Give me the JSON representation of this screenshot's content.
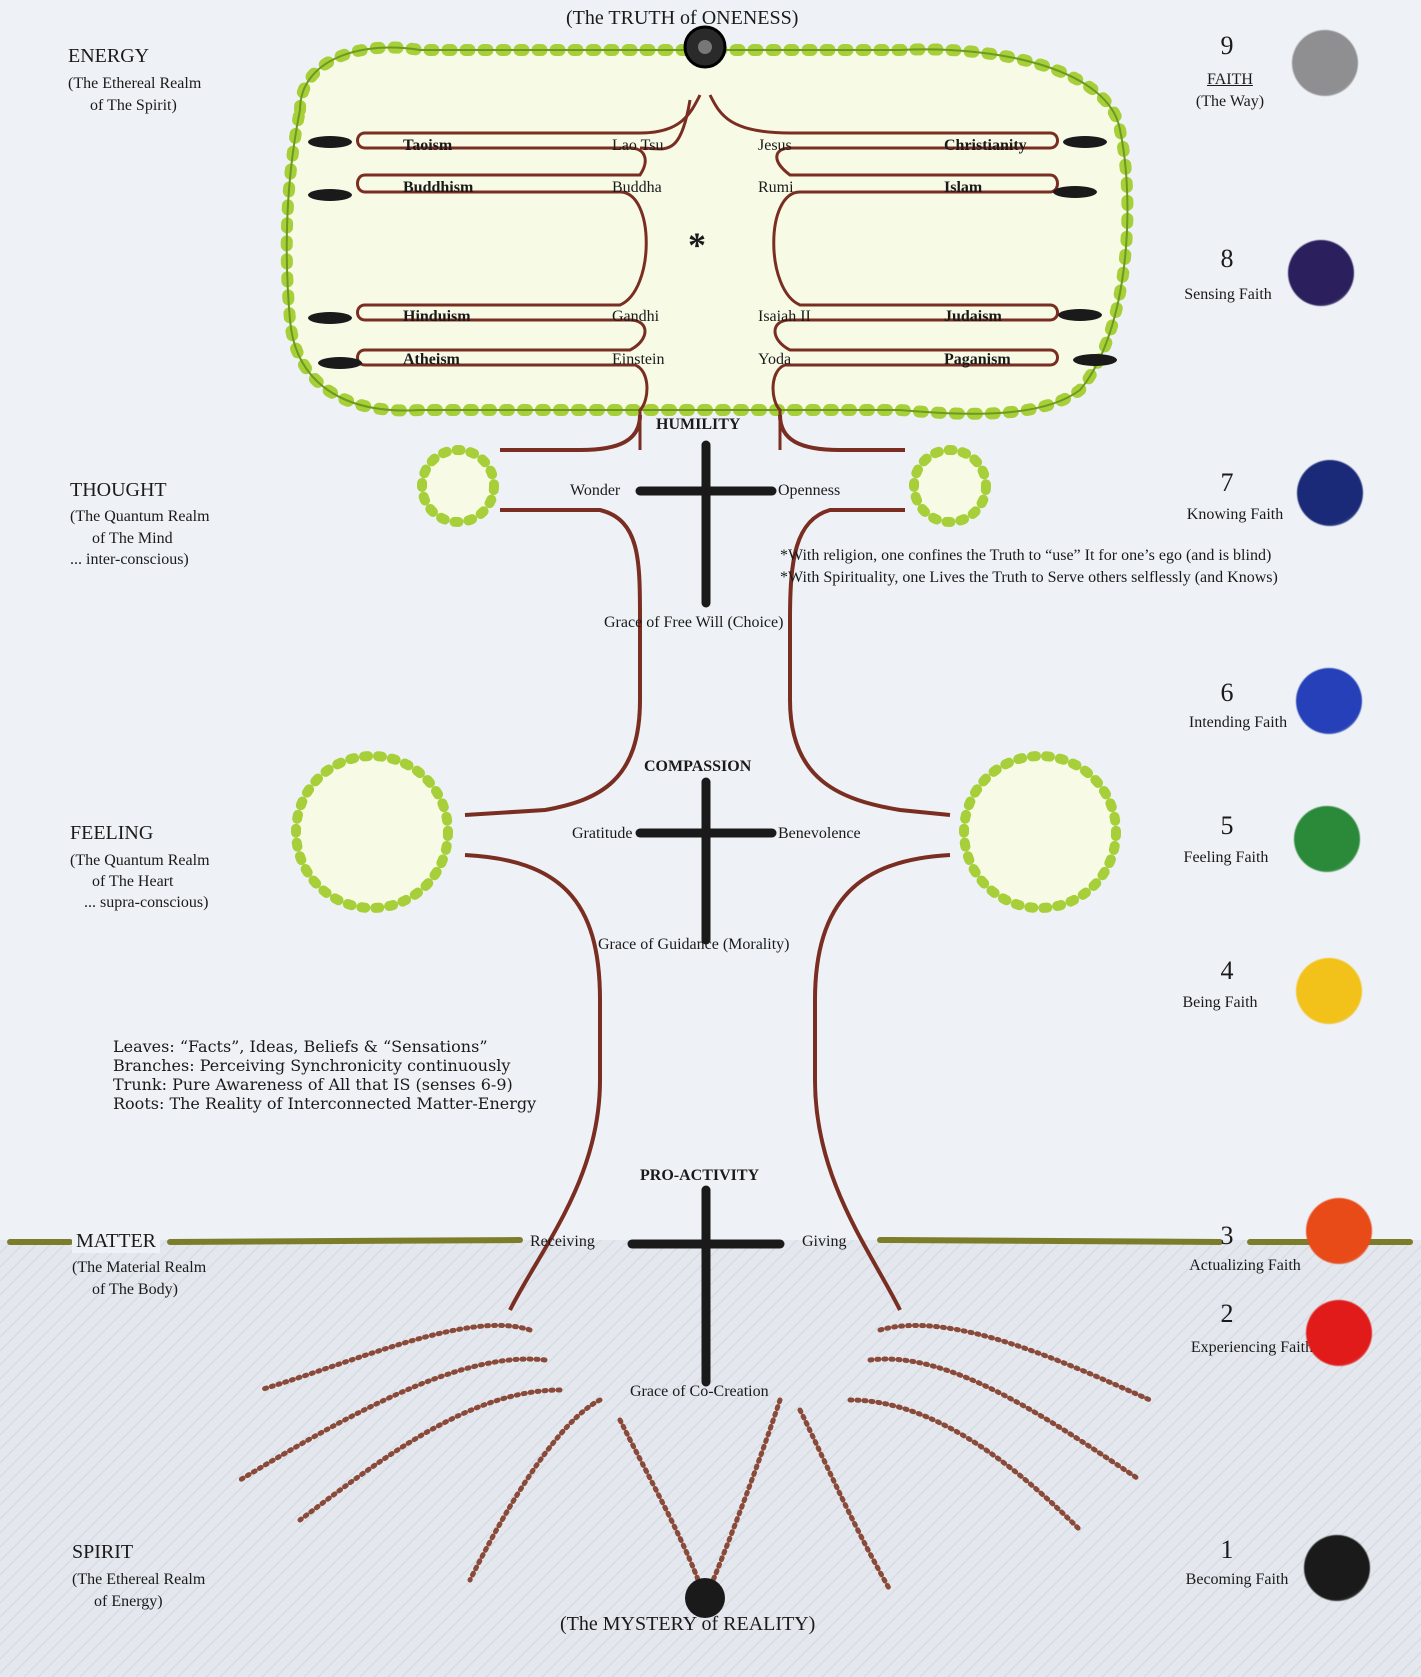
{
  "top_label": "(The TRUTH of ONENESS)",
  "bottom_label": "(The MYSTERY of REALITY)",
  "realms": {
    "energy": {
      "title": "ENERGY",
      "line1": "(The Ethereal Realm",
      "line2": "of The Spirit)"
    },
    "thought": {
      "title": "THOUGHT",
      "line1": "(The Quantum Realm",
      "line2": "of The Mind",
      "line3": "... inter-conscious)"
    },
    "feeling": {
      "title": "FEELING",
      "line1": "(The Quantum Realm",
      "line2": "of The Heart",
      "line3": "... supra-conscious)"
    },
    "matter": {
      "title": "MATTER",
      "line1": "(The Material Realm",
      "line2": "of The Body)"
    },
    "spirit": {
      "title": "SPIRIT",
      "line1": "(The Ethereal Realm",
      "line2": "of Energy)"
    }
  },
  "branches": {
    "left": [
      {
        "religion": "Taoism",
        "figure": "Lao Tsu"
      },
      {
        "religion": "Buddhism",
        "figure": "Buddha"
      },
      {
        "religion": "Hinduism",
        "figure": "Gandhi"
      },
      {
        "religion": "Atheism",
        "figure": "Einstein"
      }
    ],
    "right": [
      {
        "religion": "Christianity",
        "figure": "Jesus"
      },
      {
        "religion": "Islam",
        "figure": "Rumi"
      },
      {
        "religion": "Judaism",
        "figure": "Isaiah II"
      },
      {
        "religion": "Paganism",
        "figure": "Yoda"
      }
    ],
    "asterisk": "*"
  },
  "crosses": {
    "humility": {
      "title": "HUMILITY",
      "left": "Wonder",
      "right": "Openness",
      "grace": "Grace of Free Will (Choice)"
    },
    "compassion": {
      "title": "COMPASSION",
      "left": "Gratitude",
      "right": "Benevolence",
      "grace": "Grace of Guidance (Morality)"
    },
    "proactivity": {
      "title": "PRO-ACTIVITY",
      "left": "Receiving",
      "right": "Giving",
      "grace": "Grace of Co-Creation"
    }
  },
  "notes": {
    "religion": "*With religion, one confines the Truth to “use” It for one’s ego (and is blind)",
    "spirituality": "*With Spirituality, one Lives the Truth to Serve others selflessly (and Knows)"
  },
  "legend": {
    "leaves_label": "Leaves:",
    "leaves_text": "“Facts”, Ideas, Beliefs & “Sensations”",
    "branches_label": "Branches:",
    "branches_text": "Perceiving Synchronicity continuously",
    "trunk_label": "Trunk:",
    "trunk_text": "Pure Awareness of All that IS (senses 6-9)",
    "roots_label": "Roots:",
    "roots_text": "The Reality of Interconnected Matter-Energy"
  },
  "faith_levels": [
    {
      "number": "9",
      "label": "FAITH",
      "sublabel": "(The Way)",
      "color": "#8f8f92"
    },
    {
      "number": "8",
      "label": "Sensing Faith",
      "color": "#2b1f5e"
    },
    {
      "number": "7",
      "label": "Knowing Faith",
      "color": "#1a2a78"
    },
    {
      "number": "6",
      "label": "Intending Faith",
      "color": "#2540b8"
    },
    {
      "number": "5",
      "label": "Feeling Faith",
      "color": "#2a8a3a"
    },
    {
      "number": "4",
      "label": "Being Faith",
      "color": "#f2c21a"
    },
    {
      "number": "3",
      "label": "Actualizing Faith",
      "color": "#e84a18"
    },
    {
      "number": "2",
      "label": "Experiencing Faith",
      "color": "#e11a1a"
    },
    {
      "number": "1",
      "label": "Becoming Faith",
      "color": "#1a1a1a"
    }
  ],
  "colors": {
    "trunk": "#7a2e22",
    "foliage": "#a7cf3a",
    "ground": "#7b7d2a",
    "cross": "#1a1a1a"
  }
}
